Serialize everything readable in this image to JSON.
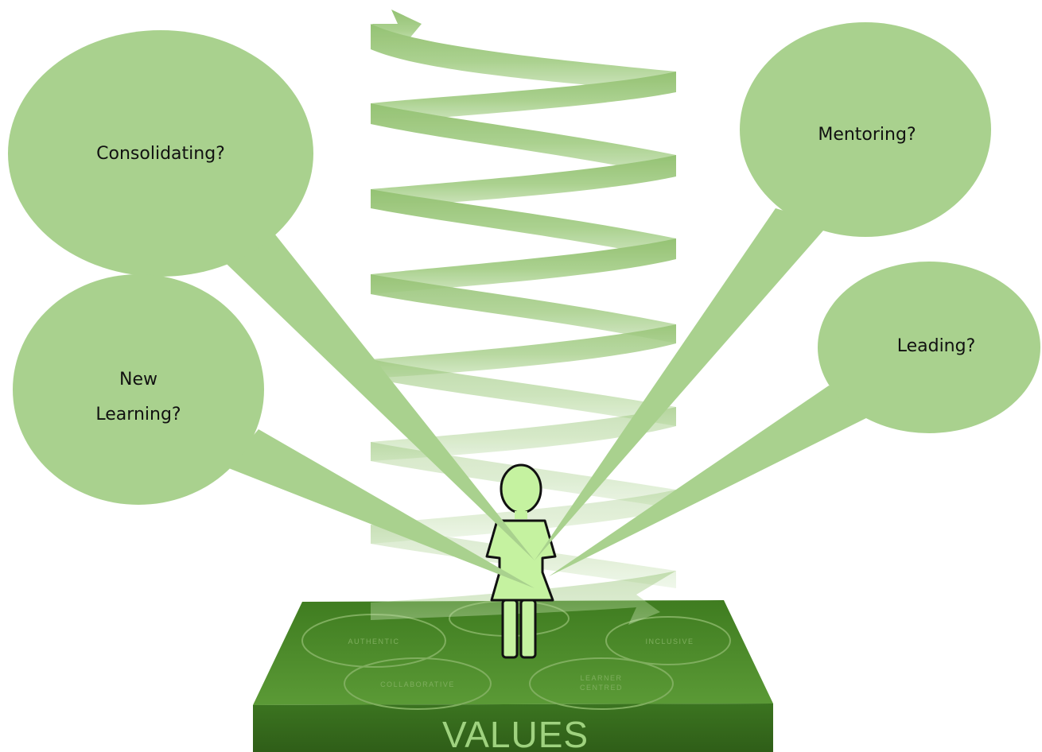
{
  "bubbles": {
    "consolidating": "Consolidating?",
    "mentoring": "Mentoring?",
    "new_learning_line1": "New",
    "new_learning_line2": "Learning?",
    "leading": "Leading?"
  },
  "platform": {
    "label": "VALUES",
    "circles": {
      "authentic": "AUTHENTIC",
      "inclusive": "INCLUSIVE",
      "collaborative": "COLLABORATIVE",
      "learner_centred_line1": "LEARNER",
      "learner_centred_line2": "CENTRED"
    }
  },
  "colors": {
    "bubble": "#a9d18e",
    "spiral": "#9cc77c",
    "platform_top": "#4e8a2c",
    "platform_front": "#3d7322",
    "figure": "#c5f2a0"
  }
}
